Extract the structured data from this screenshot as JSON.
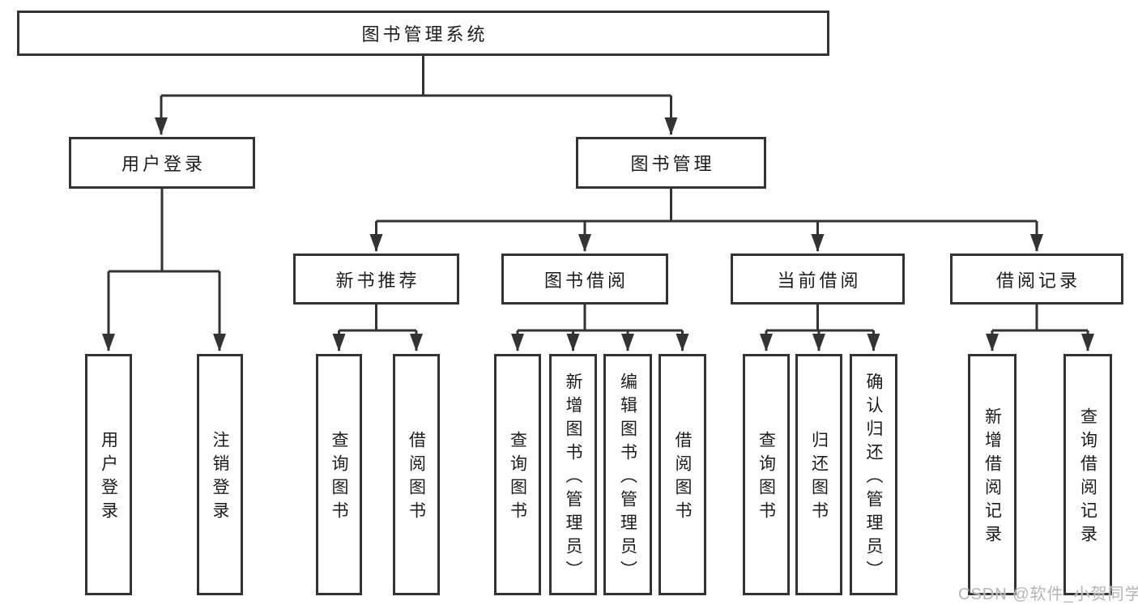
{
  "diagram": {
    "root": "图书管理系统",
    "user_login": {
      "label": "用户登录",
      "children": [
        "用户登录",
        "注销登录"
      ]
    },
    "book_management": {
      "label": "图书管理",
      "sections": {
        "new_book": {
          "label": "新书推荐",
          "children": [
            "查询图书",
            "借阅图书"
          ]
        },
        "borrow": {
          "label": "图书借阅",
          "children": [
            "查询图书",
            "新增图书（管理员）",
            "编辑图书（管理员）",
            "借阅图书"
          ]
        },
        "current": {
          "label": "当前借阅",
          "children": [
            "查询图书",
            "归还图书",
            "确认归还（管理员）"
          ]
        },
        "records": {
          "label": "借阅记录",
          "children": [
            "新增借阅记录",
            "查询借阅记录"
          ]
        }
      }
    }
  },
  "watermark": "CSDN @软件_小贺同学",
  "colors": {
    "line": "#333333",
    "box_border": "#333333",
    "box_fill": "#ffffff",
    "text": "#1c1c1c",
    "watermark": "#b5b5b5"
  }
}
